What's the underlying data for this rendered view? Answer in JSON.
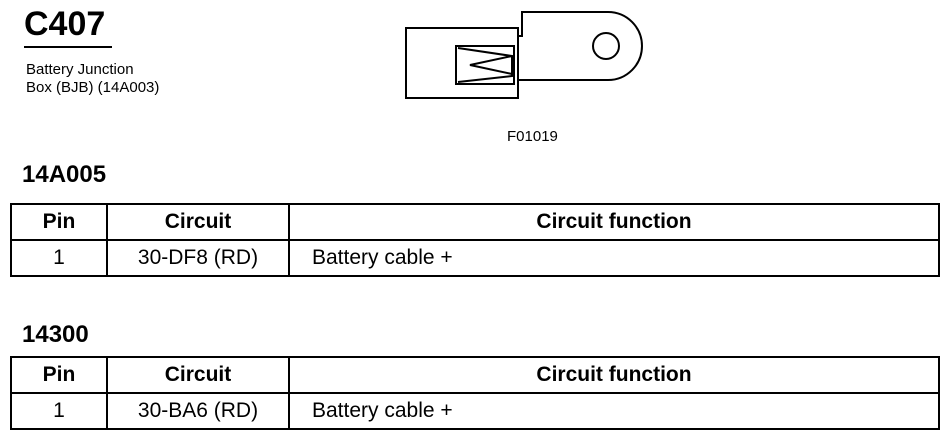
{
  "connector": {
    "id": "C407",
    "description_lines": [
      "Battery Junction",
      "Box (BJB) (14A003)"
    ],
    "figure_code": "F01019"
  },
  "tables": [
    {
      "heading": "14A005",
      "headers": [
        "Pin",
        "Circuit",
        "Circuit function"
      ],
      "rows": [
        [
          "1",
          "30-DF8 (RD)",
          "Battery cable +"
        ]
      ]
    },
    {
      "heading": "14300",
      "headers": [
        "Pin",
        "Circuit",
        "Circuit function"
      ],
      "rows": [
        [
          "1",
          "30-BA6 (RD)",
          "Battery cable +"
        ]
      ]
    }
  ]
}
